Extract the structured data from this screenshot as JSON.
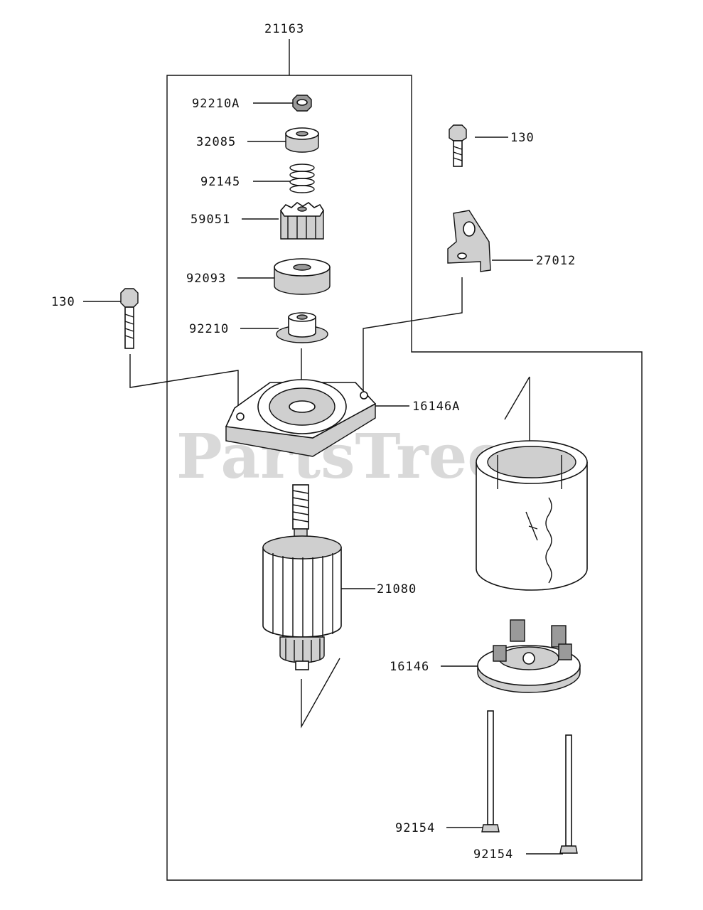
{
  "watermark": "PartsTree",
  "labels": {
    "assembly": "21163",
    "nut_a": "92210A",
    "collar": "32085",
    "spring": "92145",
    "pinion": "59051",
    "washer": "92093",
    "nut": "92210",
    "bolt_right": "130",
    "bracket": "27012",
    "bolt_left": "130",
    "front_cover": "16146A",
    "armature": "21080",
    "brush_holder": "16146",
    "through_bolt_1": "92154",
    "through_bolt_2": "92154"
  }
}
